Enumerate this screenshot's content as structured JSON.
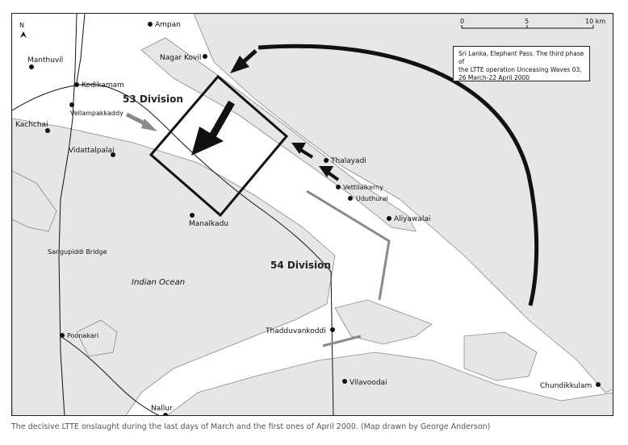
{
  "legend": {
    "text_line1": "Sri Lanka, Elephant Pass. The third phase of",
    "text_line2": "the LTTE operation Unceasing Waves 03,",
    "text_line3": "26 March-22 April 2000"
  },
  "scale": {
    "t0": "0",
    "t5": "5",
    "t10": "10 km"
  },
  "north_label": "N",
  "places": {
    "ampan": "Ampan",
    "nagar_kovil": "Nagar Kovil",
    "manthuvil": "Manthuvil",
    "kodikamam": "Kodikamam",
    "vellampakkaddy": "Vellampakkaddy",
    "kachchai": "Kachchai",
    "vidattalpalai": "Vidattalpalai",
    "thalayadi": "Thalayadi",
    "vettilaikerny": "Vettilaikerny",
    "uduthurai": "Uduthurai",
    "aliyawalai": "Aliyawalai",
    "manalkadu": "Manalkadu",
    "sangupiddi_bridge": "Sangupiddi Bridge",
    "indian_ocean": "Indian Ocean",
    "thadduvankoddi": "Thadduvankoddi",
    "poonakari": "Poonakari",
    "vilavoodai": "Vilavoodai",
    "chundikkulam": "Chundikkulam",
    "nallur": "Nallur"
  },
  "divisions": {
    "d53": "53 Division",
    "d54": "54 Division"
  },
  "caption": "The decisive LTTE onslaught during the last days of March and the first ones of April 2000. (Map drawn by George Anderson)"
}
